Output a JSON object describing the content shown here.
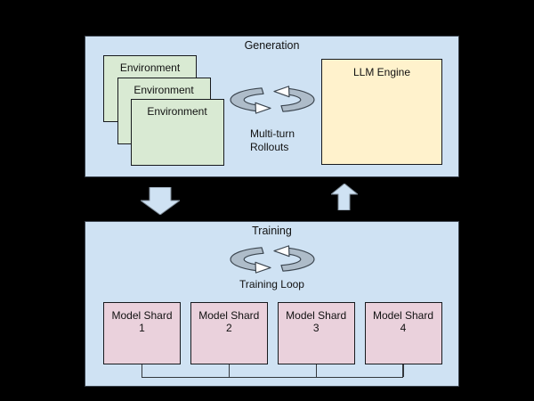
{
  "canvas": {
    "background": "#000000"
  },
  "palette": {
    "panel_fill": "#cfe2f3",
    "environment_fill": "#d9ead3",
    "llm_engine_fill": "#fff2cc",
    "shard_fill": "#ead1dc",
    "cycle_icon_fill": "#aebcc9",
    "arrow_fill": "#cfe2f3",
    "outline": "#171a1e"
  },
  "generation_panel": {
    "title": "Generation",
    "environments": [
      {
        "label": "Environment"
      },
      {
        "label": "Environment"
      },
      {
        "label": "Environment"
      }
    ],
    "cycle_icon": "cycle-arrows-icon",
    "rollouts_label": {
      "line1": "Multi-turn",
      "line2": "Rollouts"
    },
    "llm_engine": {
      "label": "LLM Engine"
    }
  },
  "arrows": {
    "down_arrow": "generation-to-training-arrow",
    "up_arrow": "training-to-generation-arrow"
  },
  "training_panel": {
    "title": "Training",
    "cycle_icon": "cycle-arrows-icon",
    "loop_label": "Training Loop",
    "shards": [
      {
        "line1": "Model Shard",
        "line2": "1"
      },
      {
        "line1": "Model Shard",
        "line2": "2"
      },
      {
        "line1": "Model Shard",
        "line2": "3"
      },
      {
        "line1": "Model Shard",
        "line2": "4"
      }
    ]
  }
}
